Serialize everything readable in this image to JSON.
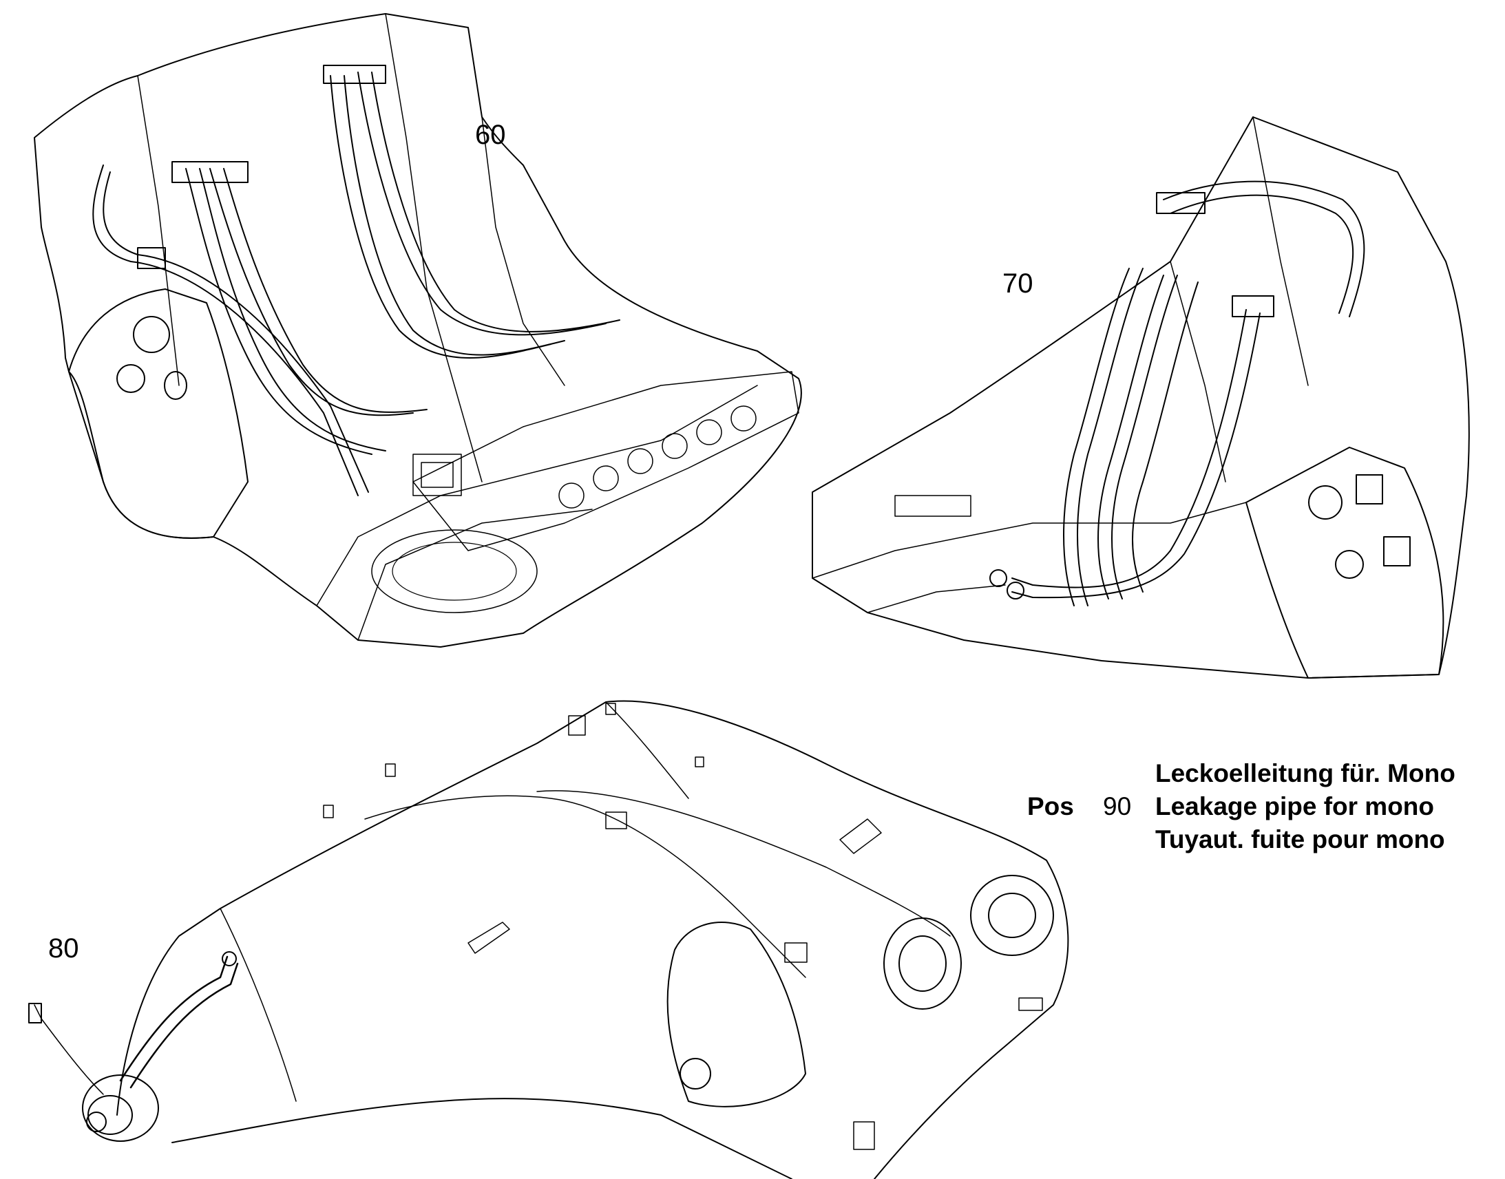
{
  "callouts": {
    "item_60": "60",
    "item_70": "70",
    "item_80": "80"
  },
  "legend": {
    "pos_label": "Pos",
    "pos_number": "90",
    "description_de": "Leckoelleitung für. Mono",
    "description_en": "Leakage pipe for mono",
    "description_fr": "Tuyaut. fuite pour mono"
  },
  "colors": {
    "line": "#000000",
    "background": "#ffffff"
  }
}
